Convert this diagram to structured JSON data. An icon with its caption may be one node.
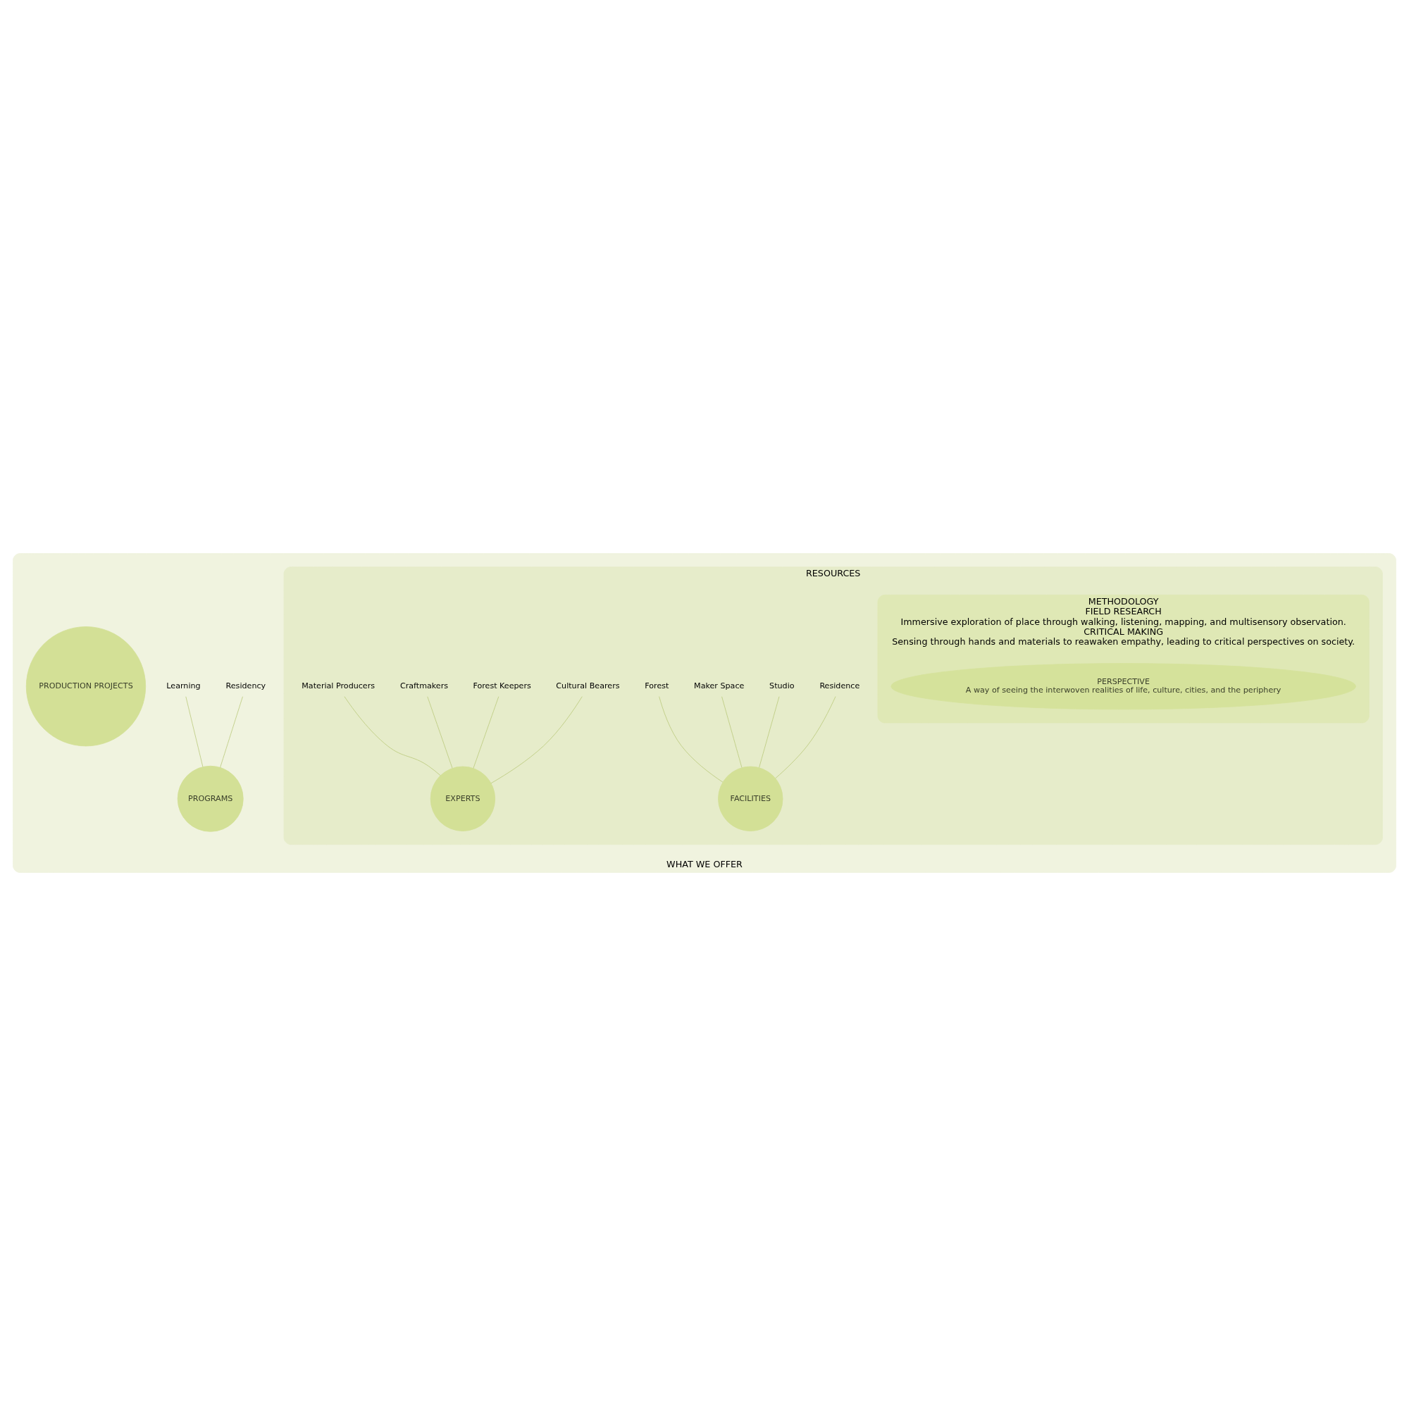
{
  "diagram": {
    "nodes": [
      {
        "text": [
          "WHAT WE OFFER"
        ]
      },
      {
        "text": [
          "RESOURCES"
        ],
        "in": 0
      },
      {
        "text": [
          "METHODOLOGY",
          "FIELD RESEARCH",
          "Immersive exploration of place through walking, listening, mapping, and multisensory observation.",
          "CRITICAL MAKING",
          "Sensing through hands and materials to reawaken empathy, leading to critical perspectives on society."
        ],
        "in": 1
      },
      {
        "text": [
          "PERSPECTIVE",
          "A way of seeing the interwoven realities of life, culture, cities, and the periphery"
        ],
        "in": 2
      },
      {
        "text": [
          "Residence"
        ],
        "in": 1
      },
      {
        "text": [
          "Studio"
        ],
        "in": 1
      },
      {
        "text": [
          "Maker Space"
        ],
        "in": 1
      },
      {
        "text": [
          "Forest"
        ],
        "in": 1
      },
      {
        "text": [
          "FACILITIES"
        ],
        "in": 1
      },
      {
        "text": [
          "EXPERTS"
        ],
        "in": 1
      },
      {
        "text": [
          "Cultural Bearers"
        ],
        "in": 1
      },
      {
        "text": [
          "Forest Keepers"
        ],
        "in": 1
      },
      {
        "text": [
          "Craftmakers"
        ],
        "in": 1
      },
      {
        "text": [
          "Material Producers"
        ],
        "in": 1
      },
      {
        "text": [
          "Residency"
        ],
        "in": 0
      },
      {
        "text": [
          "Learning"
        ],
        "in": 0
      },
      {
        "text": [
          "PROGRAMS"
        ],
        "in": 0
      },
      {
        "text": [
          "PRODUCTION PROJECTS"
        ],
        "in": 0
      }
    ],
    "edges": [
      {
        "from": 4,
        "to": 8,
        "arrow": "none"
      },
      {
        "from": 5,
        "to": 8,
        "arrow": "none"
      },
      {
        "from": 6,
        "to": 8,
        "arrow": "none"
      },
      {
        "from": 7,
        "to": 8,
        "arrow": "none"
      },
      {
        "from": 10,
        "to": 9,
        "arrow": "none"
      },
      {
        "from": 11,
        "to": 9,
        "arrow": "none"
      },
      {
        "from": 12,
        "to": 9,
        "arrow": "none"
      },
      {
        "from": 13,
        "to": 9,
        "arrow": "none"
      },
      {
        "from": 14,
        "to": 16,
        "arrow": "none"
      },
      {
        "from": 15,
        "to": 16,
        "arrow": "none"
      }
    ]
  }
}
